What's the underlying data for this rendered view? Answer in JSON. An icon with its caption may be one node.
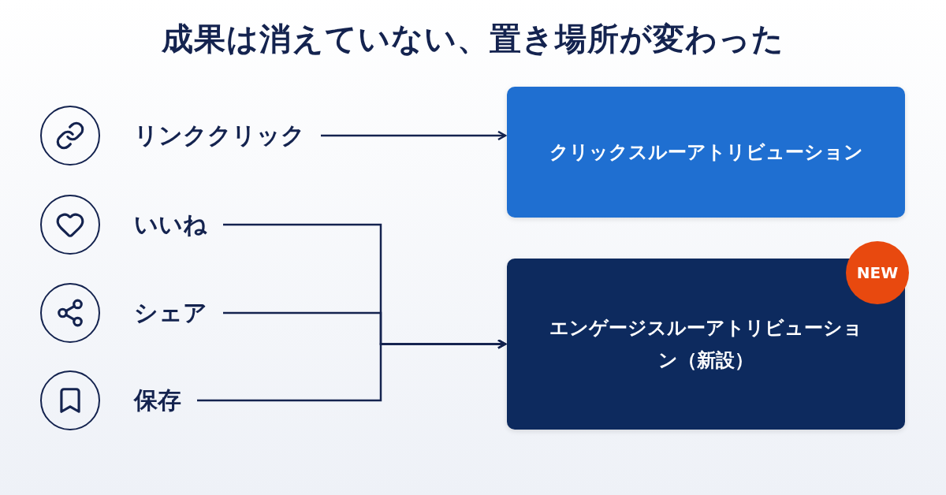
{
  "diagram": {
    "title": "成果は消えていない、置き場所が変わった",
    "nodes": [
      {
        "text": [
          "リンククリック"
        ]
      },
      {
        "text": [
          "いいね"
        ]
      },
      {
        "text": [
          "シェア"
        ]
      },
      {
        "text": [
          "保存"
        ]
      },
      {
        "text": [
          "クリックスルーアトリビューション"
        ]
      },
      {
        "text": [
          "エンゲージスルーアトリビューション（新設）"
        ]
      },
      {
        "text": [
          "NEW"
        ]
      }
    ],
    "edges": [
      {
        "from": 0,
        "to": 4,
        "arrow": "to"
      },
      {
        "from": 1,
        "to": 5,
        "arrow": "to"
      },
      {
        "from": 2,
        "to": 5,
        "arrow": "to"
      },
      {
        "from": 3,
        "to": 5,
        "arrow": "to"
      }
    ]
  }
}
